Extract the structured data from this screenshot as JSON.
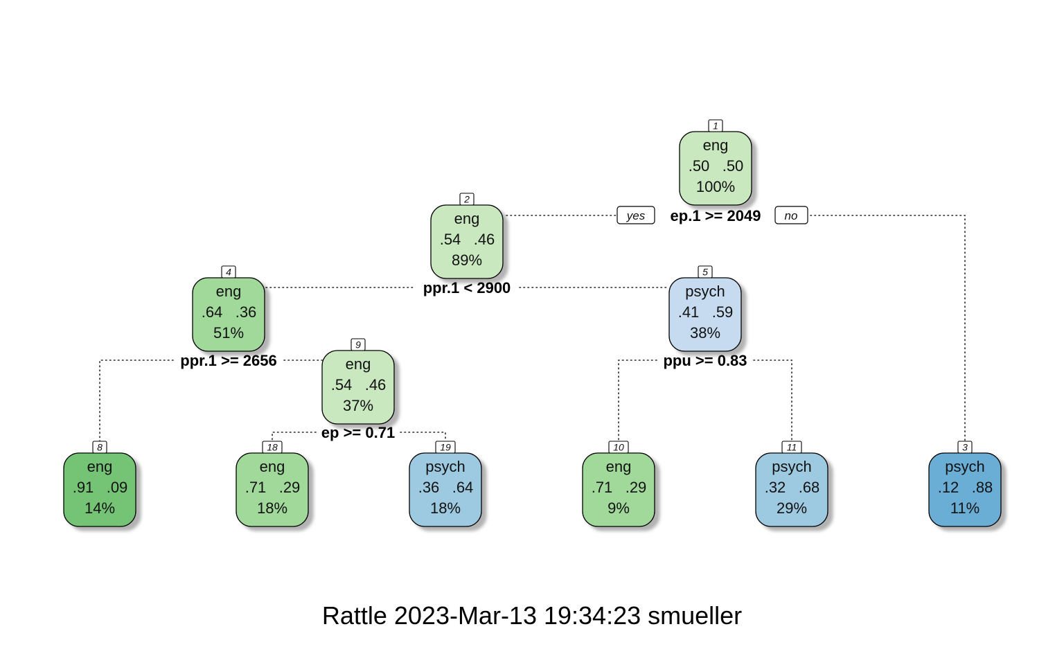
{
  "tree": {
    "nodes": [
      {
        "id": "1",
        "label": "eng",
        "probs": [
          ".50",
          ".50"
        ],
        "pct": "100%",
        "fill": "#c9e8c0"
      },
      {
        "id": "2",
        "label": "eng",
        "probs": [
          ".54",
          ".46"
        ],
        "pct": "89%",
        "fill": "#c9e8c0"
      },
      {
        "id": "3",
        "label": "psych",
        "probs": [
          ".12",
          ".88"
        ],
        "pct": "11%",
        "fill": "#6aaed6"
      },
      {
        "id": "4",
        "label": "eng",
        "probs": [
          ".64",
          ".36"
        ],
        "pct": "51%",
        "fill": "#a1d99b"
      },
      {
        "id": "5",
        "label": "psych",
        "probs": [
          ".41",
          ".59"
        ],
        "pct": "38%",
        "fill": "#c6dbef"
      },
      {
        "id": "8",
        "label": "eng",
        "probs": [
          ".91",
          ".09"
        ],
        "pct": "14%",
        "fill": "#74c476"
      },
      {
        "id": "9",
        "label": "eng",
        "probs": [
          ".54",
          ".46"
        ],
        "pct": "37%",
        "fill": "#c9e8c0"
      },
      {
        "id": "18",
        "label": "eng",
        "probs": [
          ".71",
          ".29"
        ],
        "pct": "18%",
        "fill": "#a1d99b"
      },
      {
        "id": "19",
        "label": "psych",
        "probs": [
          ".36",
          ".64"
        ],
        "pct": "18%",
        "fill": "#9ecae1"
      },
      {
        "id": "10",
        "label": "eng",
        "probs": [
          ".71",
          ".29"
        ],
        "pct": "9%",
        "fill": "#a1d99b"
      },
      {
        "id": "11",
        "label": "psych",
        "probs": [
          ".32",
          ".68"
        ],
        "pct": "29%",
        "fill": "#9ecae1"
      }
    ],
    "splits": [
      {
        "node": "1",
        "text": "ep.1 >= 2049"
      },
      {
        "node": "2",
        "text": "ppr.1 < 2900"
      },
      {
        "node": "4",
        "text": "ppr.1 >= 2656"
      },
      {
        "node": "5",
        "text": "ppu >= 0.83"
      },
      {
        "node": "9",
        "text": "ep >= 0.71"
      }
    ],
    "yes_label": "yes",
    "no_label": "no"
  },
  "caption": "Rattle 2023-Mar-13 19:34:23 smueller"
}
